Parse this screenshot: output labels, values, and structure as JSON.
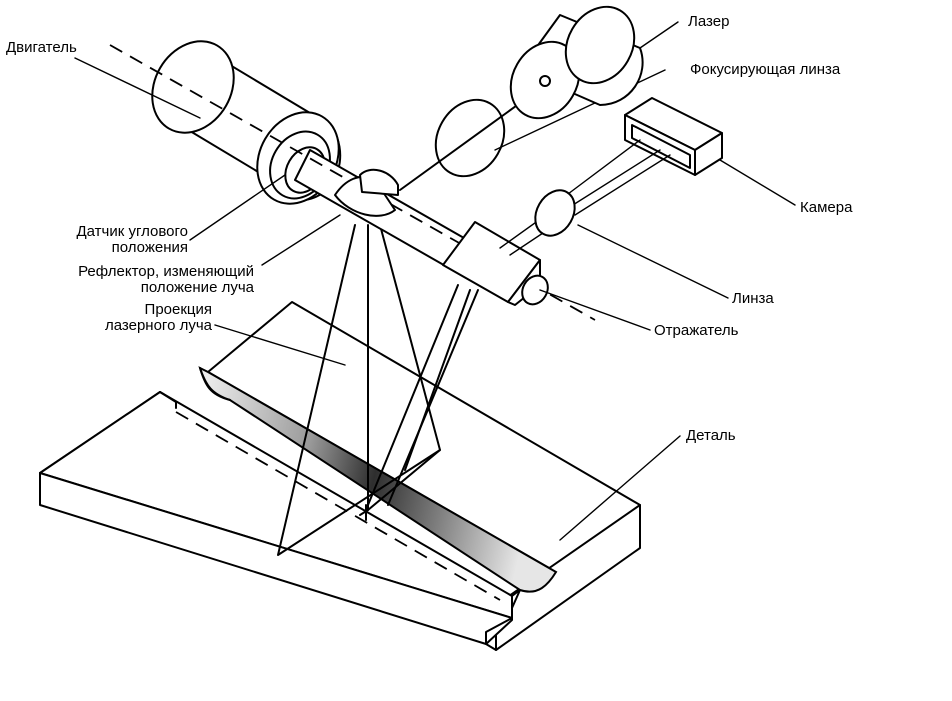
{
  "labels": {
    "motor": "Двигатель",
    "laser": "Лазер",
    "focusing_lens": "Фокусирующая линза",
    "camera": "Камера",
    "angle_sensor_line1": "Датчик углового",
    "angle_sensor_line2": "положения",
    "reflector_beam_line1": "Рефлектор, изменяющий",
    "reflector_beam_line2": "положение луча",
    "projection_line1": "Проекция",
    "projection_line2": "лазерного луча",
    "lens": "Линза",
    "reflector": "Отражатель",
    "part": "Деталь"
  },
  "colors": {
    "ink": "#000000",
    "paper": "#ffffff",
    "shade": "#555555"
  }
}
